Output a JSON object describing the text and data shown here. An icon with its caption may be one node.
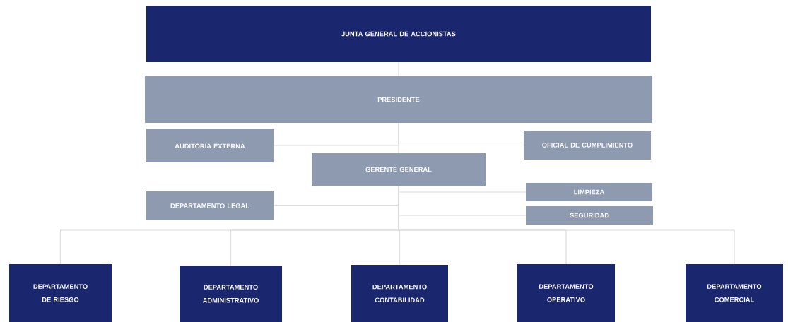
{
  "diagram": {
    "nodes": [
      {
        "text": [
          "JUNTA GENERAL DE ACCIONISTAS"
        ]
      },
      {
        "text": [
          "PRESIDENTE"
        ]
      },
      {
        "text": [
          "AUDITORÍA EXTERNA"
        ]
      },
      {
        "text": [
          "OFICIAL DE CUMPLIMIENTO"
        ]
      },
      {
        "text": [
          "GERENTE GENERAL"
        ]
      },
      {
        "text": [
          "LIMPIEZA"
        ]
      },
      {
        "text": [
          "SEGURIDAD"
        ]
      },
      {
        "text": [
          "DEPARTAMENTO LEGAL"
        ]
      },
      {
        "text": [
          "DEPARTAMENTO DE RIESGO"
        ]
      },
      {
        "text": [
          "DEPARTAMENTO ADMINISTRATIVO"
        ]
      },
      {
        "text": [
          "DEPARTAMENTO CONTABILIDAD"
        ]
      },
      {
        "text": [
          "DEPARTAMENTO OPERATIVO"
        ]
      },
      {
        "text": [
          "DEPARTAMENTO COMERCIAL"
        ]
      }
    ],
    "edges": [
      {
        "from": 0,
        "to": 1,
        "arrow": "none"
      },
      {
        "from": 1,
        "to": 2,
        "arrow": "none"
      },
      {
        "from": 1,
        "to": 3,
        "arrow": "none"
      },
      {
        "from": 1,
        "to": 4,
        "arrow": "none"
      },
      {
        "from": 4,
        "to": 5,
        "arrow": "none"
      },
      {
        "from": 4,
        "to": 6,
        "arrow": "none"
      },
      {
        "from": 4,
        "to": 7,
        "arrow": "none"
      },
      {
        "from": 4,
        "to": 8,
        "arrow": "none"
      },
      {
        "from": 4,
        "to": 9,
        "arrow": "none"
      },
      {
        "from": 4,
        "to": 10,
        "arrow": "none"
      },
      {
        "from": 4,
        "to": 11,
        "arrow": "none"
      },
      {
        "from": 4,
        "to": 12,
        "arrow": "none"
      }
    ]
  }
}
